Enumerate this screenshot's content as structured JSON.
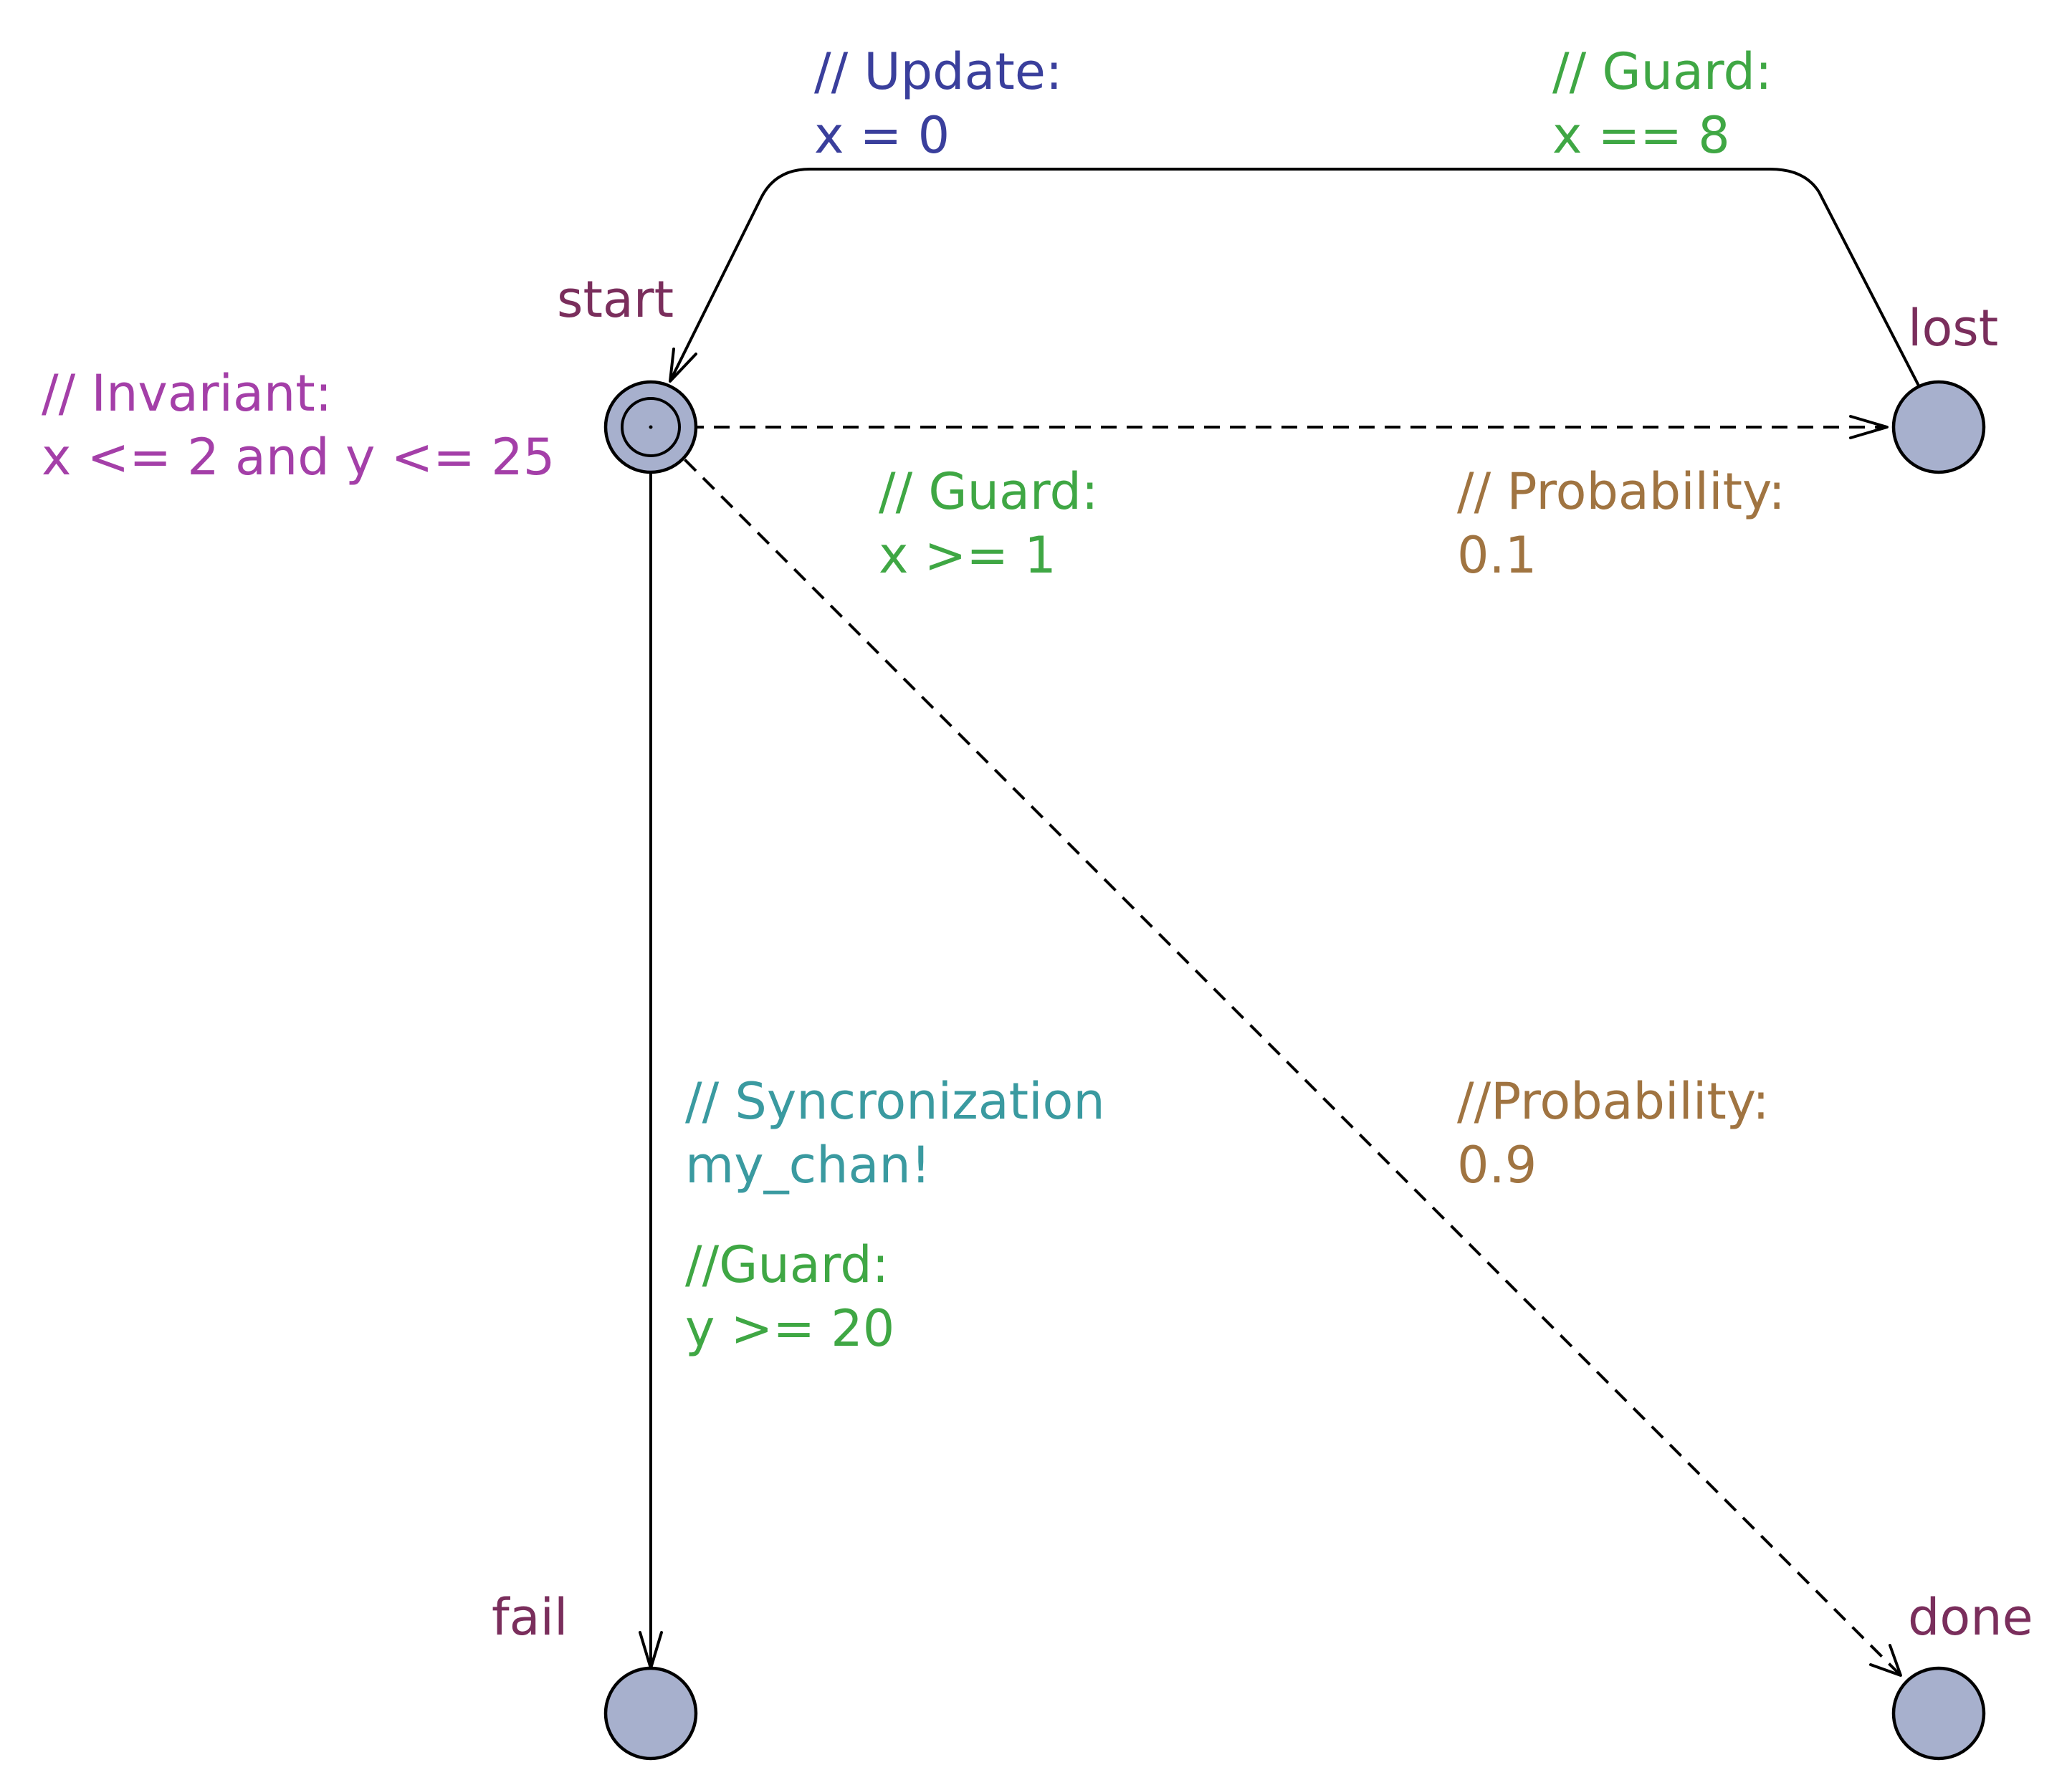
{
  "locations": {
    "start": {
      "name": "start",
      "initial": true
    },
    "lost": {
      "name": "lost"
    },
    "fail": {
      "name": "fail"
    },
    "done": {
      "name": "done"
    }
  },
  "invariant": {
    "comment": "// Invariant:",
    "expr": "x <= 2 and y <= 25"
  },
  "edges": {
    "lost_to_start": {
      "update_comment": "// Update:",
      "update": "x = 0",
      "guard_comment": "// Guard:",
      "guard": "x == 8"
    },
    "start_to_lost": {
      "guard_comment": "// Guard:",
      "guard": "x >= 1",
      "prob_comment": "// Probability:",
      "prob": "0.1"
    },
    "start_to_done": {
      "prob_comment": "//Probability:",
      "prob": "0.9"
    },
    "start_to_fail": {
      "sync_comment": "// Syncronization",
      "sync": "my_chan!",
      "guard_comment": "//Guard:",
      "guard": "y >= 20"
    }
  },
  "colors": {
    "location_fill": "#a7b0cd",
    "location_name": "#7a2e5c",
    "invariant": "#a43fa8",
    "guard": "#3fa744",
    "update": "#3a3f9c",
    "sync": "#3a9aa0",
    "probability": "#a07441"
  }
}
